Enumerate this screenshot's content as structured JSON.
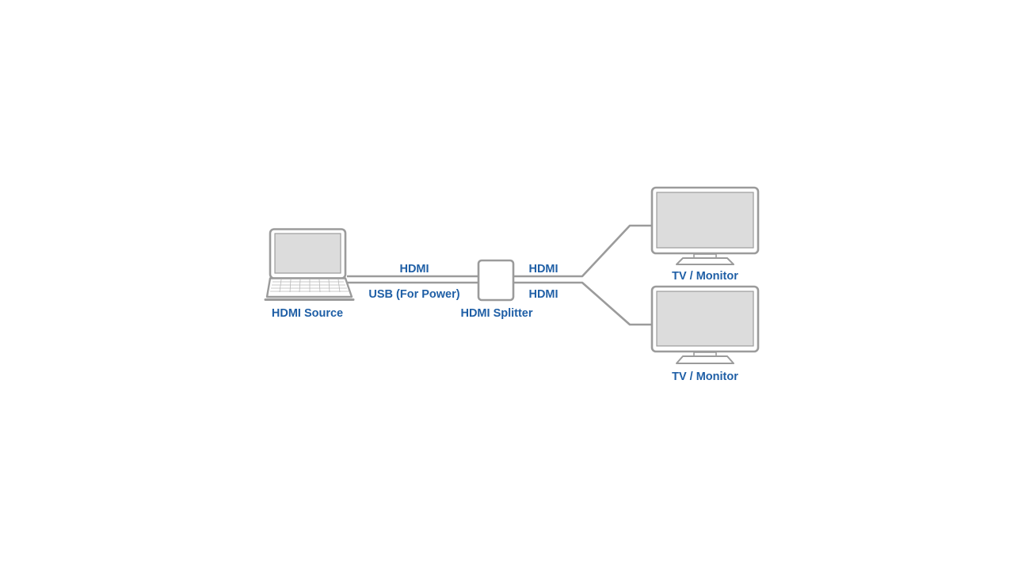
{
  "labels": {
    "source": "HDMI Source",
    "splitter": "HDMI Splitter",
    "cable_in_hdmi": "HDMI",
    "cable_in_usb": "USB (For Power)",
    "out_hdmi_top": "HDMI",
    "out_hdmi_bottom": "HDMI",
    "monitor_top": "TV / Monitor",
    "monitor_bottom": "TV / Monitor"
  },
  "colors": {
    "label": "#1f5fa6",
    "outline": "#9b9b9b",
    "screen": "#dcdcdc",
    "device_fill": "#ffffff"
  },
  "icons": [
    "laptop-icon",
    "splitter-box-icon",
    "monitor-icon"
  ]
}
